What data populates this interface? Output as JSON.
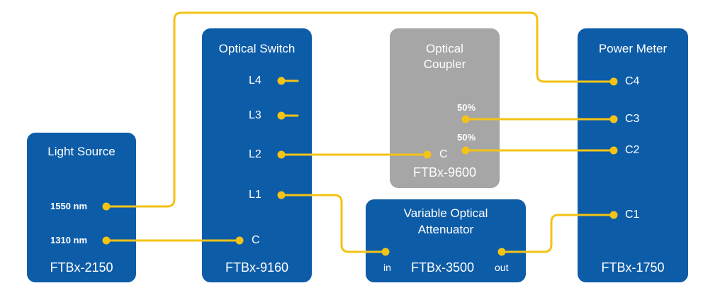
{
  "colors": {
    "module_blue": "#0d5ca8",
    "coupler_gray": "#a6a6a6",
    "fiber_yellow": "#f3c316",
    "text": "#ffffff"
  },
  "light_source": {
    "title": "Light Source",
    "model": "FTBx-2150",
    "port_1550": "1550 nm",
    "port_1310": "1310 nm"
  },
  "optical_switch": {
    "title": "Optical Switch",
    "model": "FTBx-9160",
    "port_l4": "L4",
    "port_l3": "L3",
    "port_l2": "L2",
    "port_l1": "L1",
    "port_c": "C"
  },
  "optical_coupler": {
    "title_line1": "Optical",
    "title_line2": "Coupler",
    "model": "FTBx-9600",
    "port_c": "C",
    "split_top": "50%",
    "split_bottom": "50%"
  },
  "attenuator": {
    "title_line1": "Variable Optical",
    "title_line2": "Attenuator",
    "model": "FTBx-3500",
    "port_in": "in",
    "port_out": "out"
  },
  "power_meter": {
    "title": "Power Meter",
    "model": "FTBx-1750",
    "port_c4": "C4",
    "port_c3": "C3",
    "port_c2": "C2",
    "port_c1": "C1"
  }
}
